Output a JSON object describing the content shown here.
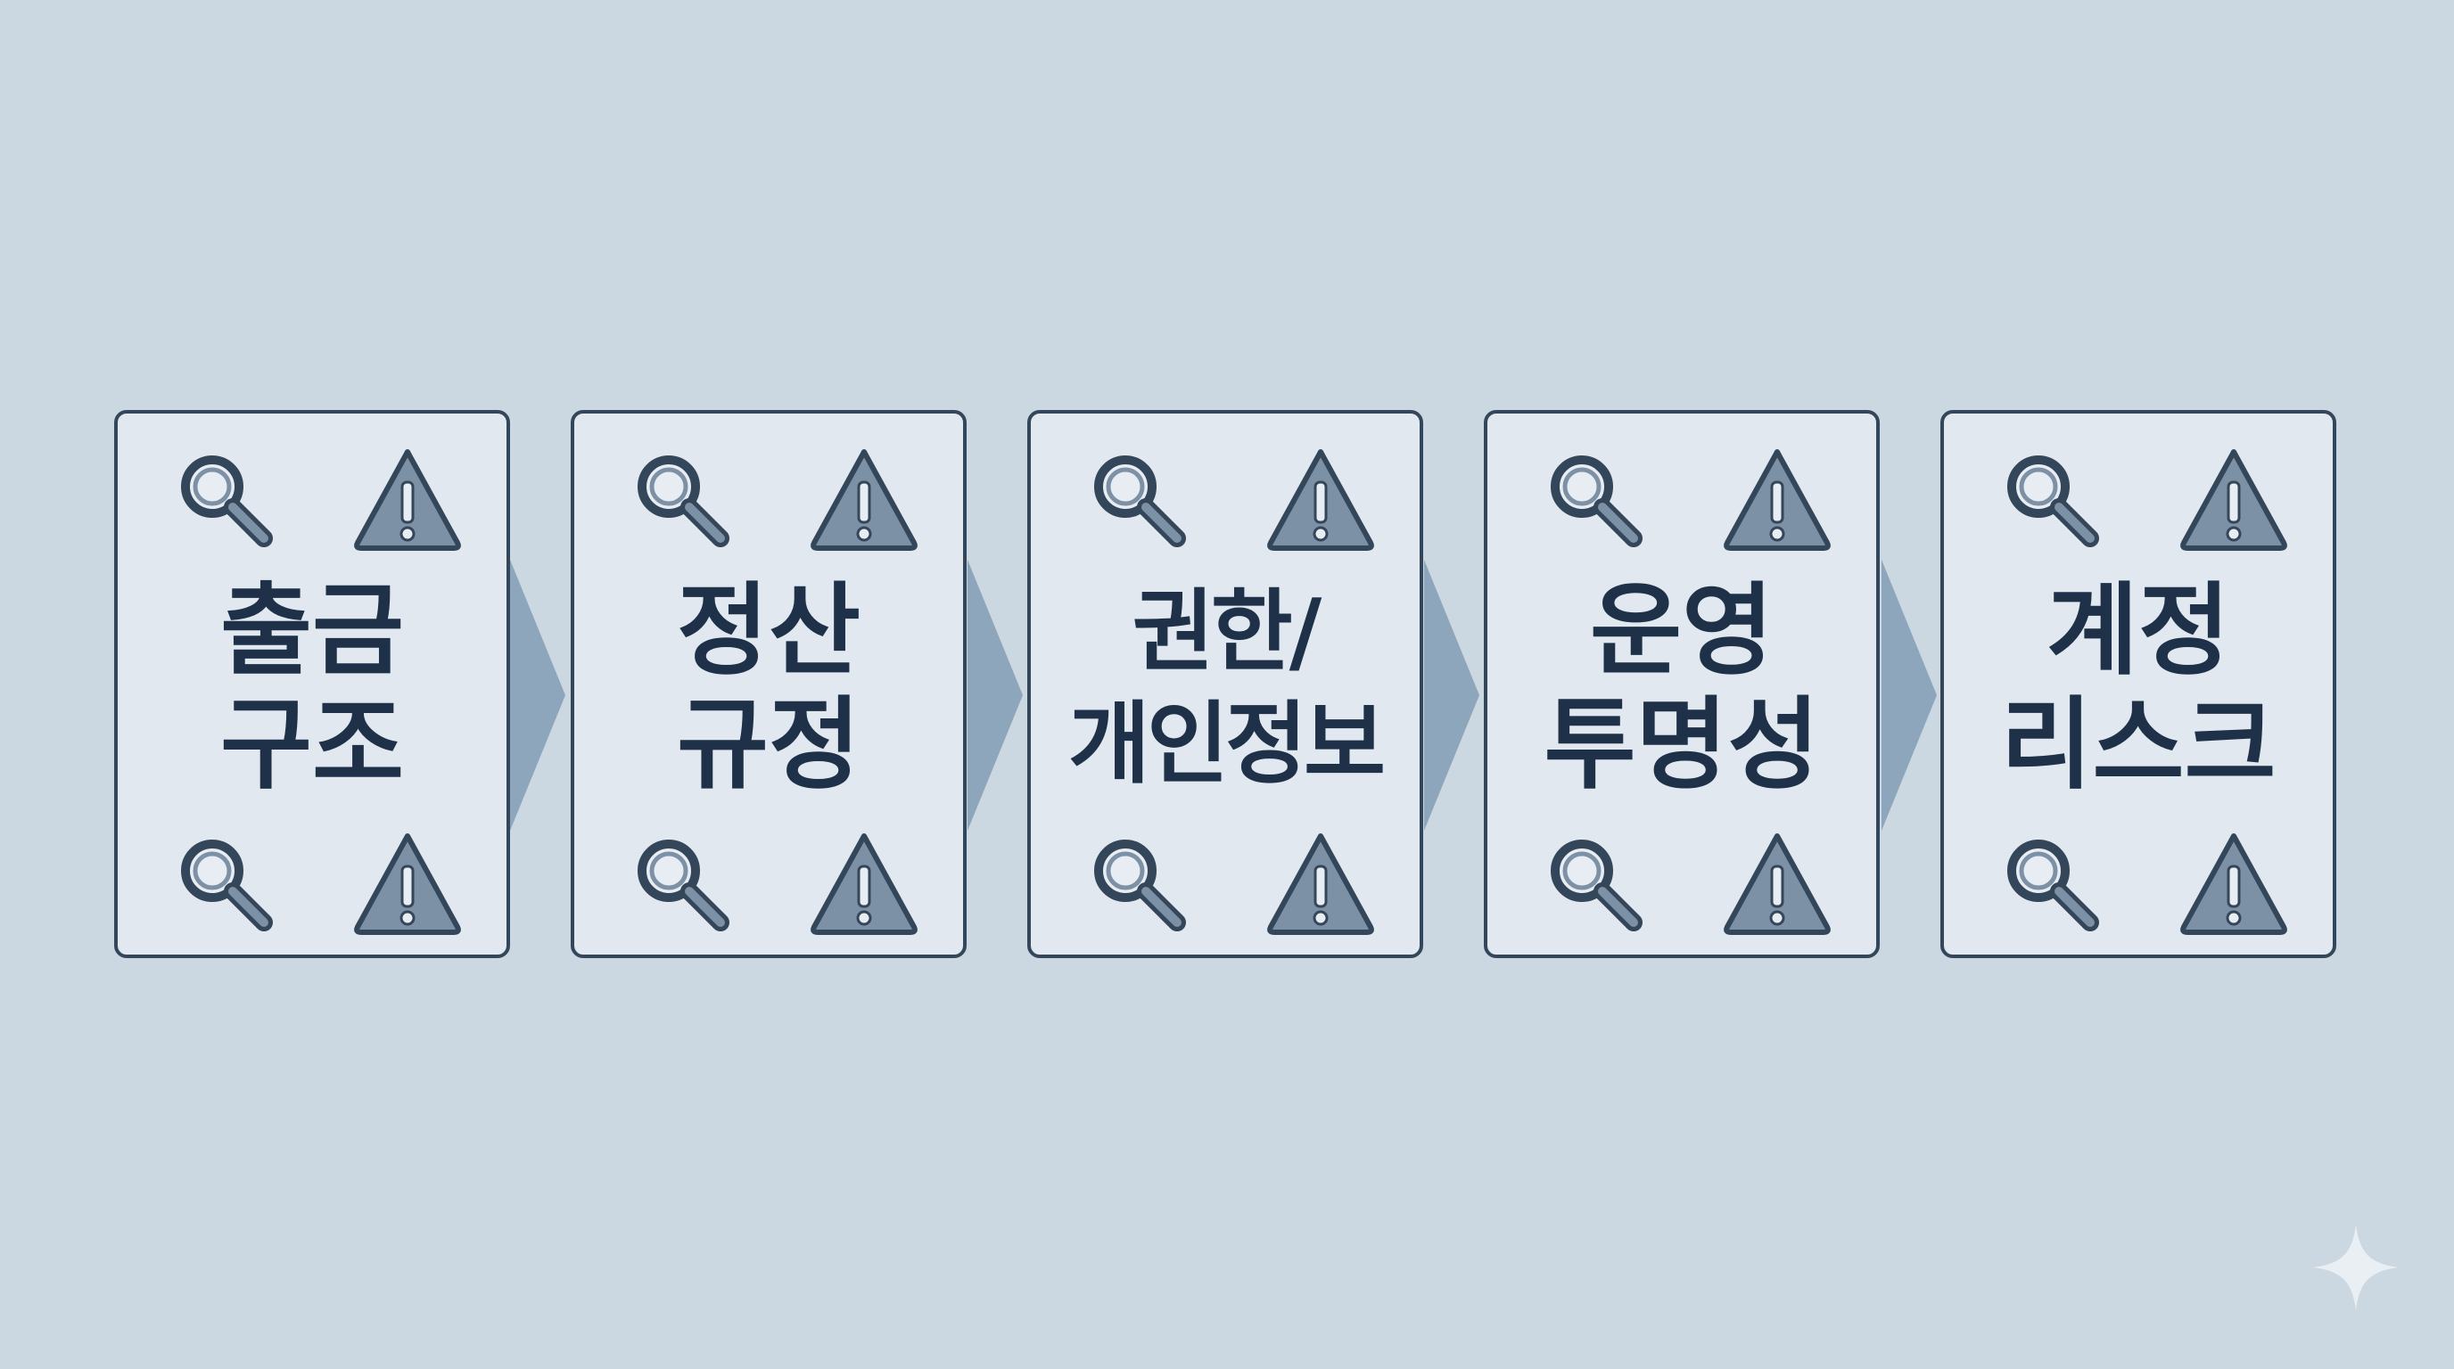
{
  "steps": [
    {
      "line1": "출금",
      "line2": "구조"
    },
    {
      "line1": "정산",
      "line2": "규정"
    },
    {
      "line1": "권한/",
      "line2": "개인정보"
    },
    {
      "line1": "운영",
      "line2": "투명성"
    },
    {
      "line1": "계정",
      "line2": "리스크"
    }
  ],
  "icons": {
    "top_left": "search-icon",
    "top_right": "warning-icon",
    "bottom_left": "search-icon",
    "bottom_right": "warning-icon"
  },
  "colors": {
    "background": "#cbd7e1",
    "card_fill": "#e1e8ef",
    "card_border": "#34465a",
    "text": "#1e3148",
    "icon_fill": "#7d91a6",
    "arrow": "#8ea6bb"
  }
}
